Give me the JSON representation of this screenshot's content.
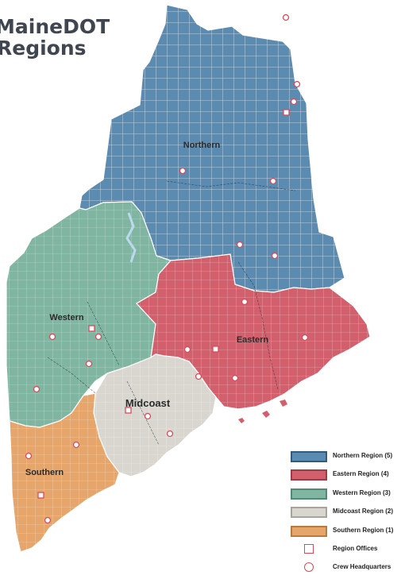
{
  "map": {
    "title_line1": "MaineDOT",
    "title_line2": "Regions",
    "regions": [
      {
        "id": "northern",
        "label": "Northern",
        "color": "#5b8bb0"
      },
      {
        "id": "eastern",
        "label": "Eastern",
        "color": "#d2606c"
      },
      {
        "id": "western",
        "label": "Western",
        "color": "#7fb5a1"
      },
      {
        "id": "midcoast",
        "label": "Midcoast",
        "color": "#d9d6cf"
      },
      {
        "id": "southern",
        "label": "Southern",
        "color": "#e6a56a"
      }
    ],
    "region_offices": [
      {
        "region": "northern"
      },
      {
        "region": "eastern"
      },
      {
        "region": "western"
      },
      {
        "region": "midcoast"
      },
      {
        "region": "southern"
      }
    ]
  },
  "legend": {
    "items": [
      {
        "label": "Northern Region (5)",
        "fill": "#5b8bb0",
        "border": "#2f5c80"
      },
      {
        "label": "Eastern Region (4)",
        "fill": "#d2606c",
        "border": "#9e3b46"
      },
      {
        "label": "Western Region (3)",
        "fill": "#7fb5a1",
        "border": "#4f8a75"
      },
      {
        "label": "Midcoast Region (2)",
        "fill": "#d9d6cf",
        "border": "#a8a49b"
      },
      {
        "label": "Southern Region (1)",
        "fill": "#e6a56a",
        "border": "#b87a3f"
      }
    ],
    "office_label": "Region Offices",
    "crew_label": "Crew Headquarters",
    "symbol_color": "#d94a5a"
  }
}
